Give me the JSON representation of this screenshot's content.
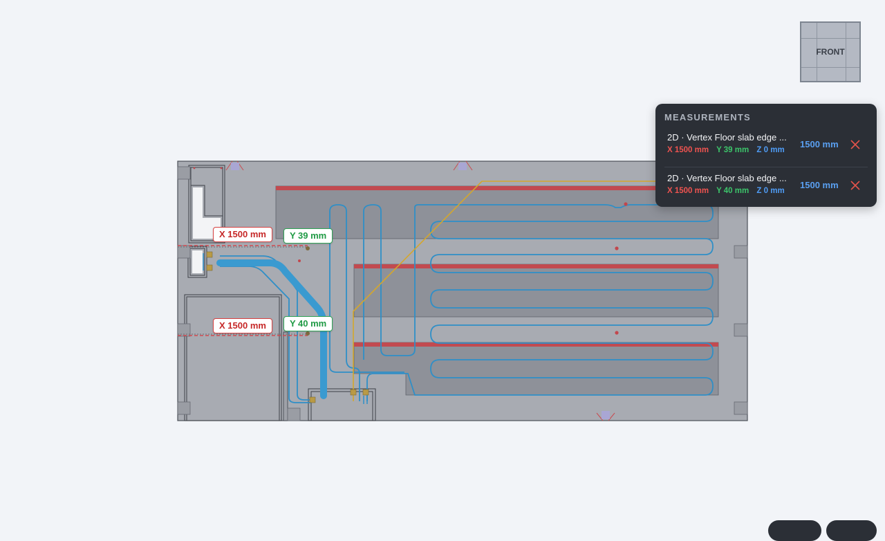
{
  "viewcube": {
    "face": "FRONT"
  },
  "labels": {
    "x1": "X 1500 mm",
    "y1": "Y 39 mm",
    "x2": "X 1500 mm",
    "y2": "Y 40 mm"
  },
  "measurements": {
    "title": "MEASUREMENTS",
    "items": [
      {
        "name": "2D · Vertex Floor slab edge ...",
        "x": "X 1500 mm",
        "y": "Y 39 mm",
        "z": "Z 0 mm",
        "value": "1500 mm",
        "close_icon": "close-icon"
      },
      {
        "name": "2D · Vertex Floor slab edge ...",
        "x": "X 1500 mm",
        "y": "Y 40 mm",
        "z": "Z 0 mm",
        "value": "1500 mm",
        "close_icon": "close-icon"
      }
    ]
  },
  "colors": {
    "background": "#f2f4f8",
    "slab": "#a8abb2",
    "heating_pipe": "#2f8fc7",
    "main_pipe": "#3a9ad0",
    "gas_line": "#d4a72c",
    "red_edge": "#c24a50",
    "x_axis": "#ef5350",
    "y_axis": "#3cc46a",
    "z_axis": "#4f9cf5",
    "panel": "#2b2f36"
  }
}
